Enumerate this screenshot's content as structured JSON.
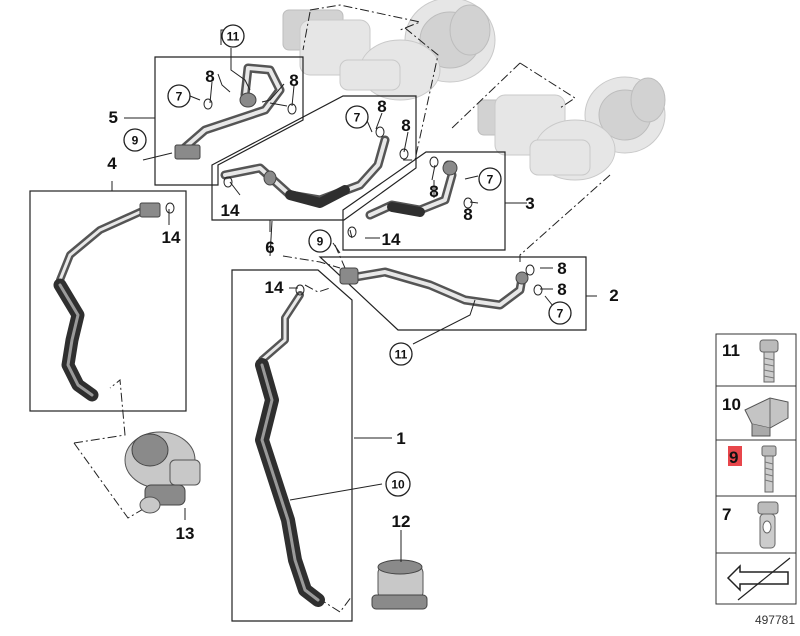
{
  "diagram": {
    "reference_number": "497781",
    "highlight_color": "#e8464b",
    "labels": {
      "p1": "1",
      "p2": "2",
      "p3": "3",
      "p4": "4",
      "p5": "5",
      "p6": "6",
      "p7_a": "7",
      "p7_b": "7",
      "p7_c": "7",
      "p7_d": "7",
      "p8_a": "8",
      "p8_b": "8",
      "p8_c": "8",
      "p8_d": "8",
      "p8_e": "8",
      "p8_f": "8",
      "p8_g": "8",
      "p8_h": "8",
      "p9_a": "9",
      "p9_b": "9",
      "p10": "10",
      "p11_a": "11",
      "p11_b": "11",
      "p12": "12",
      "p13": "13",
      "p14_a": "14",
      "p14_b": "14",
      "p14_c": "14",
      "p14_d": "14"
    },
    "sidebar": {
      "items": [
        {
          "label": "11",
          "icon": "bolt-icon"
        },
        {
          "label": "10",
          "icon": "clip-icon"
        },
        {
          "label": "9",
          "icon": "screw-icon",
          "highlighted": true
        },
        {
          "label": "7",
          "icon": "banjo-bolt-icon"
        }
      ],
      "arrow_icon": "arrow-icon"
    }
  }
}
